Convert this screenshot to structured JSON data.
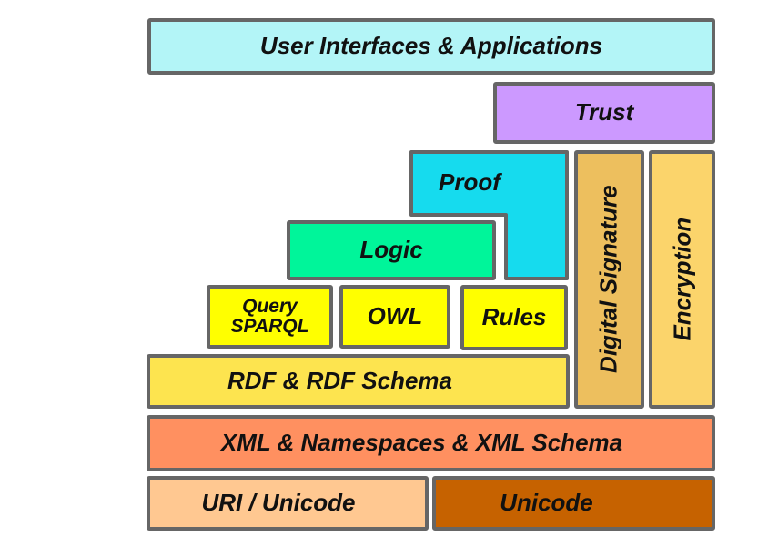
{
  "layers": {
    "ui": {
      "label": "User Interfaces & Applications",
      "color": "#b3f5f7"
    },
    "trust": {
      "label": "Trust",
      "color": "#cc99ff"
    },
    "proof": {
      "label": "Proof",
      "color": "#16dbee"
    },
    "digital_signature": {
      "label": "Digital Signature",
      "color": "#edbf5e"
    },
    "encryption": {
      "label": "Encryption",
      "color": "#fbd46b"
    },
    "logic": {
      "label": "Logic",
      "color": "#00f59a"
    },
    "query": {
      "label_line1": "Query",
      "label_line2": "SPARQL",
      "color": "#ffff00"
    },
    "owl": {
      "label": "OWL",
      "color": "#ffff00"
    },
    "rules": {
      "label": "Rules",
      "color": "#ffff00"
    },
    "rdf": {
      "label": "RDF & RDF Schema",
      "color": "#fde44f"
    },
    "xml": {
      "label": "XML & Namespaces & XML Schema",
      "color": "#ff9060"
    },
    "uri": {
      "label": "URI / Unicode",
      "color": "#ffc891"
    },
    "unicode": {
      "label": "Unicode",
      "color": "#c66200"
    }
  }
}
